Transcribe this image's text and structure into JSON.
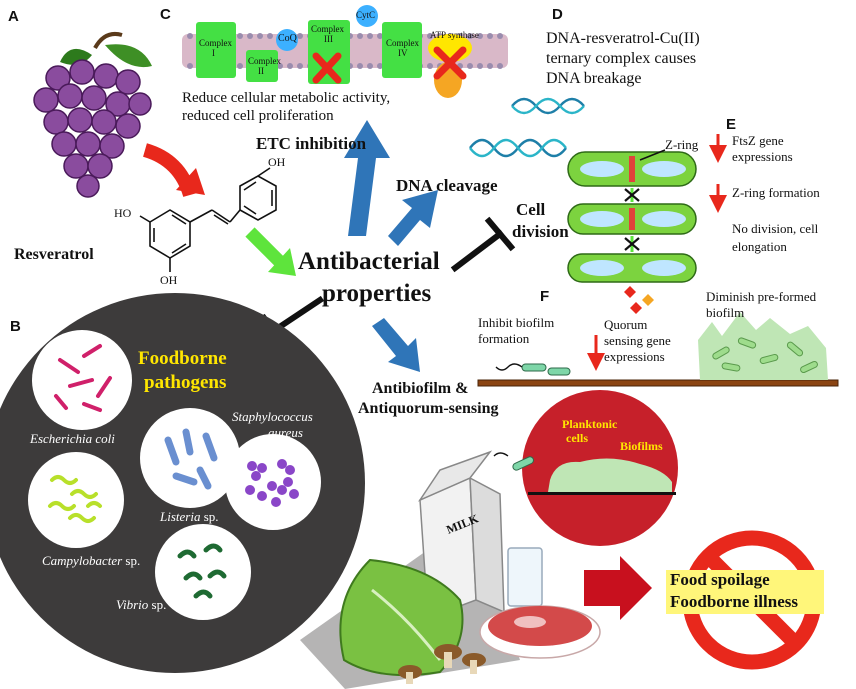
{
  "panels": {
    "A": "A",
    "B": "B",
    "C": "C",
    "D": "D",
    "E": "E",
    "F": "F"
  },
  "panel_a": {
    "resveratrol": "Resveratrol",
    "oh_top": "OH",
    "oh_left": "HO",
    "oh_bottom": "OH"
  },
  "center": {
    "line1": "Antibacterial",
    "line2": "properties"
  },
  "panel_c": {
    "complex1_a": "Complex",
    "complex1_b": "I",
    "complex2_a": "Complex",
    "complex2_b": "II",
    "complex3_a": "Complex",
    "complex3_b": "III",
    "complex4_a": "Complex",
    "complex4_b": "IV",
    "coq": "CoQ",
    "cytc": "CytC",
    "atp_synthase": "ATP synthase",
    "desc_line1": "Reduce cellular metabolic activity,",
    "desc_line2": "reduced cell proliferation",
    "heading": "ETC inhibition"
  },
  "panel_d": {
    "line1": "DNA-resveratrol-Cu(II)",
    "line2": "ternary complex causes",
    "line3": "DNA breakage",
    "cleavage": "DNA cleavage"
  },
  "panel_e": {
    "cell_line1": "Cell",
    "cell_line2": "division",
    "zring": "Z-ring",
    "ftsz_line1": "FtsZ gene",
    "ftsz_line2": "expressions",
    "zring_formation": "Z-ring formation",
    "nodiv_line1": "No division, cell",
    "nodiv_line2": "elongation"
  },
  "panel_f": {
    "inhibit_line1": "Inhibit biofilm",
    "inhibit_line2": "formation",
    "quorum_line1": "Quorum",
    "quorum_line2": "sensing gene",
    "quorum_line3": "expressions",
    "diminish_line1": "Diminish pre-formed",
    "diminish_line2": "biofilm",
    "antibiofilm_line1": "Antibiofilm &",
    "antibiofilm_line2": "Antiquorum-sensing",
    "planktonic_line1": "Planktonic",
    "planktonic_line2": "cells",
    "biofilms": "Biofilms"
  },
  "panel_b": {
    "title_line1": "Foodborne",
    "title_line2": "pathogens",
    "ecoli": "Escherichia coli",
    "staph_line1": "Staphylococcus",
    "staph_line2": "aureus",
    "listeria_genus": "Listeria",
    "listeria_sp": " sp.",
    "campy_genus": "Campylobacter",
    "campy_sp": " sp.",
    "vibrio_genus": "Vibrio",
    "vibrio_sp": " sp."
  },
  "food": {
    "milk": "MILK",
    "spoilage": "Food spoilage",
    "illness": "Foodborne illness"
  },
  "colors": {
    "arrow_blue": "#2f75b8",
    "arrow_green": "#5ee43c",
    "red": "#e8281c",
    "pathogen_bg": "#3d3b3b",
    "title_yellow": "#ffe600",
    "complex_green": "#44e044",
    "highlight_yellow": "#fff67a",
    "biofilm_red": "#c6202a"
  }
}
